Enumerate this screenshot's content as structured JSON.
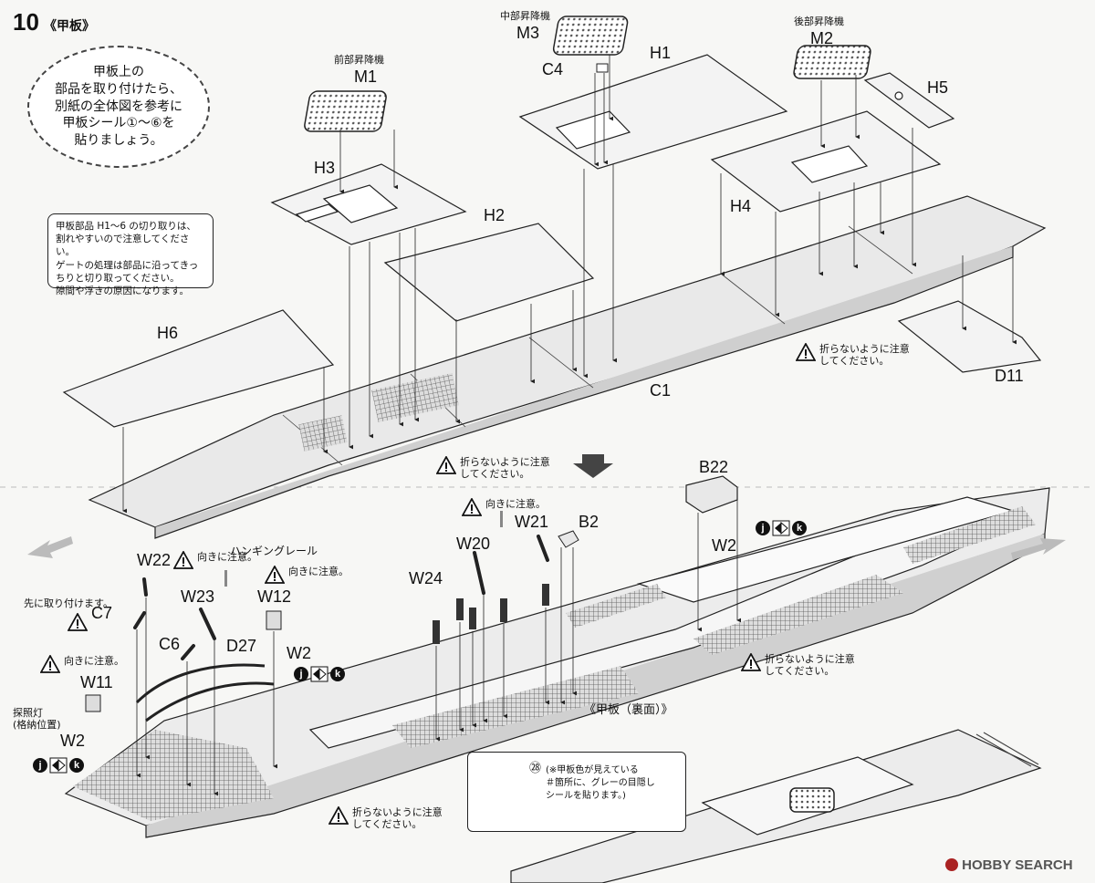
{
  "step": {
    "number": "10",
    "title": "《甲板》"
  },
  "bubble_note": "甲板上の\n部品を取り付けたら、\n別紙の全体図を参考に\n甲板シール①〜⑥を\n貼りましょう。",
  "box_note": [
    "甲板部品 H1〜6 の切り取りは、",
    "割れやすいので注意してください。",
    "ゲートの処理は部品に沿ってきっ",
    "ちりと切り取ってください。",
    "隙間や浮きの原因になります。"
  ],
  "parts_top": {
    "m1_jp": "前部昇降機",
    "m1": "M1",
    "m3_jp": "中部昇降機",
    "m3": "M3",
    "m2_jp": "後部昇降機",
    "m2": "M2",
    "c4": "C4",
    "h1": "H1",
    "h2": "H2",
    "h3": "H3",
    "h4": "H4",
    "h5": "H5",
    "h6": "H6",
    "c1": "C1",
    "d11": "D11"
  },
  "warnings": {
    "no_bend": [
      "折らないように注意",
      "してください。"
    ],
    "direction": "向きに注意。",
    "attach_first": "先に取り付けます。"
  },
  "parts_bottom": {
    "b22": "B22",
    "b2": "B2",
    "w2": "W2",
    "w20": "W20",
    "w21": "W21",
    "w22": "W22",
    "w23": "W23",
    "w24": "W24",
    "w12": "W12",
    "w11": "W11",
    "c6": "C6",
    "c7": "C7",
    "d27": "D27",
    "hanging_rail": "ハンギングレール",
    "searchlight": [
      "探照灯",
      "(格納位置)"
    ],
    "j": "j",
    "k": "k"
  },
  "underside_label": "《甲板（裏面）》",
  "sticker_note": {
    "num": "㉘",
    "lines": [
      "(※甲板色が見えている",
      "＃箇所に、グレーの目隠し",
      "シールを貼ります。)"
    ]
  },
  "watermark": "HOBBY SEARCH"
}
